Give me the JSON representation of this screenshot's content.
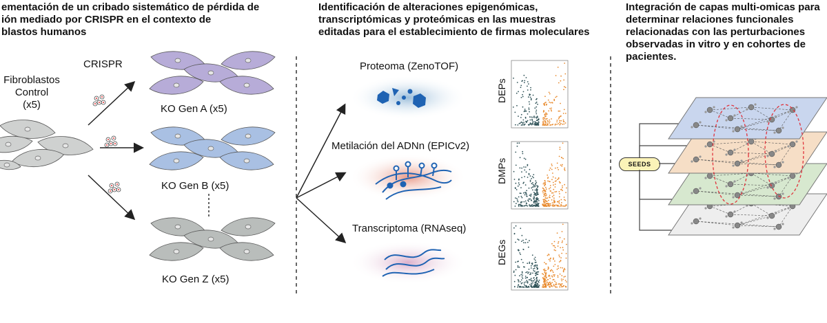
{
  "panels": {
    "left": {
      "title": "ementación de un cribado sistemático de pérdida de\nión mediado por CRISPR en el contexto de\nblastos humanos",
      "control_label": "Fibroblastos\nControl\n(x5)",
      "crispr_label": "CRISPR",
      "ko_a": "KO Gen A (x5)",
      "ko_b": "KO Gen B (x5)",
      "ko_z": "KO Gen Z (x5)"
    },
    "middle": {
      "title": "Identificación de alteraciones epigenómicas,\ntranscriptómicas y proteómicas en las muestras\neditadas para el establecimiento de firmas moleculares",
      "proteoma": "Proteoma (ZenoTOF)",
      "metilacion": "Metilación del ADNn (EPICv2)",
      "transcriptoma": "Transcriptoma (RNAseq)",
      "deps": "DEPs",
      "dmps": "DMPs",
      "degs": "DEGs"
    },
    "right": {
      "title": "Integración de capas multi-omicas para\ndeterminar relaciones funcionales\nrelacionadas con las perturbaciones\nobservadas in vitro y en cohortes de\npacientes.",
      "seeds": "SEEDS"
    }
  },
  "colors": {
    "ko_a": "#b7acd8",
    "ko_b": "#a9c0e3",
    "ko_z": "#b9bdbb",
    "control": "#cfd1d0",
    "volcano_left": "#2f5257",
    "volcano_right": "#e8892c",
    "proteoma_halo": "#b9d3e6",
    "metilacion_halo": "#eeb3a6",
    "transcriptoma_halo": "#e2c2d8",
    "molecule_blue": "#1f63b3",
    "layer_blue": "#c9d6ee",
    "layer_orange": "#f6dec6",
    "layer_green": "#d7e8cf",
    "layer_gray": "#eeeeee"
  }
}
